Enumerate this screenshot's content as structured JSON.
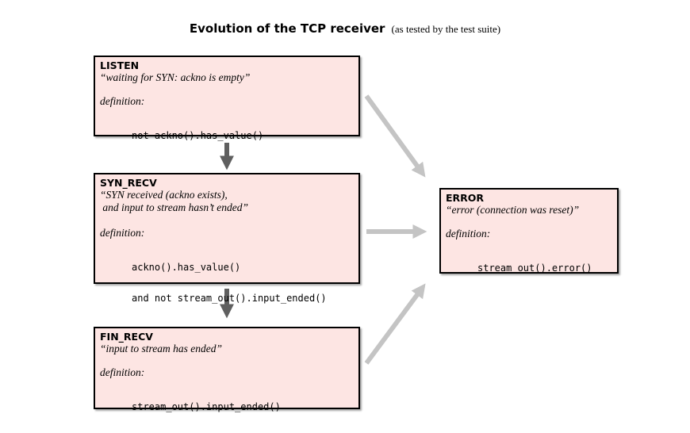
{
  "title": {
    "main": "Evolution of the TCP receiver",
    "sub": "(as tested by the test suite)"
  },
  "states": {
    "listen": {
      "name": "LISTEN",
      "quote": [
        "“waiting for SYN: ackno is empty”"
      ],
      "definition_label": "definition:",
      "definition": [
        "not ackno().has_value()"
      ]
    },
    "syn_recv": {
      "name": "SYN_RECV",
      "quote": [
        "“SYN received (ackno exists),",
        " and input to stream hasn’t ended”"
      ],
      "definition_label": "definition:",
      "definition": [
        "ackno().has_value()",
        "and not stream_out().input_ended()"
      ]
    },
    "fin_recv": {
      "name": "FIN_RECV",
      "quote": [
        "“input to stream has ended”"
      ],
      "definition_label": "definition:",
      "definition": [
        "stream_out().input_ended()"
      ]
    },
    "error": {
      "name": "ERROR",
      "quote": [
        "“error (connection was reset)”"
      ],
      "definition_label": "definition:",
      "definition": [
        "stream_out().error()"
      ]
    }
  },
  "colors": {
    "box_fill": "#fde5e3",
    "box_border": "#000000",
    "arrow_dark": "#5f5f5f",
    "arrow_light": "#c4c4c4"
  }
}
